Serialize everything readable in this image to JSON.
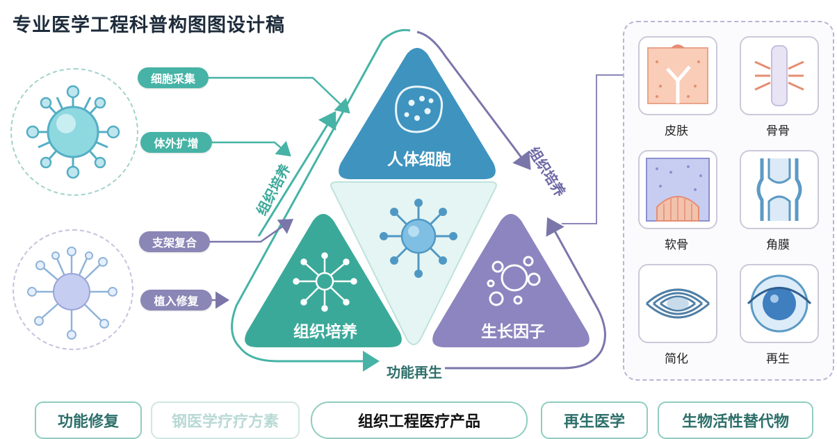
{
  "title": "专业医学工程科普构图图设计稿",
  "left_steps": [
    "细胞采集",
    "体外扩增",
    "支架复合",
    "植入修复"
  ],
  "triangle": {
    "top": "人体细胞",
    "left": "组织培养",
    "right": "生长因子",
    "side_left": "组织培养",
    "side_right": "组织培养",
    "bottom": "功能再生"
  },
  "panel": {
    "items": [
      "皮肤",
      "骨骨",
      "软骨",
      "角膜",
      "简化",
      "再生"
    ]
  },
  "bottom_tags": [
    "功能修复",
    "钢医学疗疗方素",
    "组织工程医疗产品",
    "再生医学",
    "生物活性替代物"
  ],
  "colors": {
    "teal": "#46b3a6",
    "blue": "#3f8fc0",
    "purple": "#8a86b6",
    "light_teal": "#c9ebe6"
  }
}
